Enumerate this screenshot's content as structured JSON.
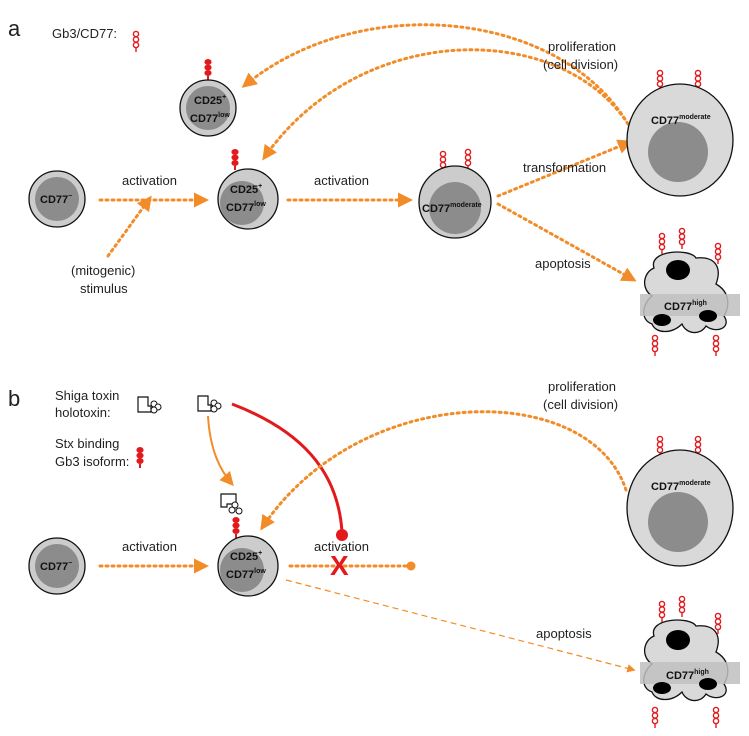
{
  "colors": {
    "orange": "#F28C28",
    "red": "#E31A1C",
    "cell_light": "#d9d9d9",
    "cell_dark": "#8c8c8c"
  },
  "panel_a": {
    "letter": "a",
    "legend_label": "Gb3/CD77:",
    "proliferation": "proliferation",
    "cell_division": "(cell division)",
    "transformation": "transformation",
    "activation_1": "activation",
    "activation_2": "activation",
    "mitogenic": "(mitogenic)",
    "stimulus": "stimulus",
    "apoptosis": "apoptosis",
    "cell_cd77neg": "CD77",
    "cell_cd77neg_sup": "−",
    "cell_cd25_top": "CD25",
    "cell_cd25_sup": "+",
    "cell_cd77low": "CD77",
    "cell_cd77low_sup": "low",
    "cell_cd77mod": "CD77",
    "cell_cd77mod_sup": "moderate",
    "cell_cd77high": "CD77",
    "cell_cd77high_sup": "high"
  },
  "panel_b": {
    "letter": "b",
    "stx_line1": "Shiga toxin",
    "stx_line2": "holotoxin:",
    "gb3_line1": "Stx binding",
    "gb3_line2": "Gb3 isoform:",
    "proliferation": "proliferation",
    "cell_division": "(cell division)",
    "activation_1": "activation",
    "activation_2": "activation",
    "apoptosis": "apoptosis",
    "cell_cd77neg": "CD77",
    "cell_cd77neg_sup": "−",
    "cell_cd25_top": "CD25",
    "cell_cd25_sup": "+",
    "cell_cd77low": "CD77",
    "cell_cd77low_sup": "low",
    "cell_cd77mod": "CD77",
    "cell_cd77mod_sup": "moderate",
    "cell_cd77high": "CD77",
    "cell_cd77high_sup": "high",
    "block_mark": "X"
  }
}
